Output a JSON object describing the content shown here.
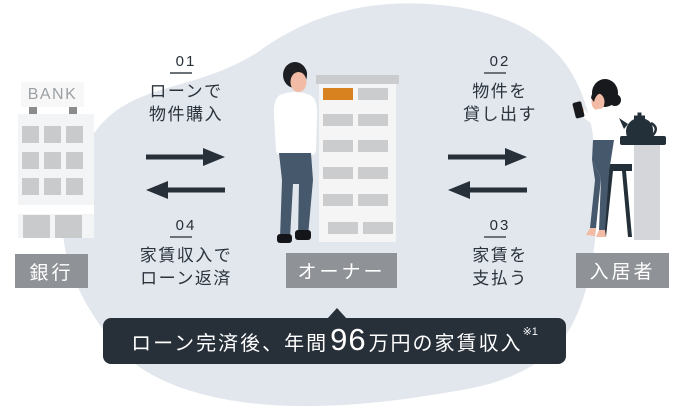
{
  "colors": {
    "dark_navy": "#272f39",
    "blob_background": "#e2e7ed",
    "label_gray": "#8f9296",
    "accent_orange": "#d8821f"
  },
  "bank": {
    "sign_text": "BANK",
    "label": "銀行"
  },
  "owner": {
    "label": "オーナー"
  },
  "tenant": {
    "label": "入居者"
  },
  "steps": {
    "s01": {
      "num": "01",
      "line1": "ローンで",
      "line2": "物件購入"
    },
    "s02": {
      "num": "02",
      "line1": "物件を",
      "line2": "貸し出す"
    },
    "s03": {
      "num": "03",
      "line1": "家賃を",
      "line2": "支払う"
    },
    "s04": {
      "num": "04",
      "line1": "家賃収入で",
      "line2": "ローン返済"
    }
  },
  "banner": {
    "prefix": "ローン完済後、年間",
    "amount": "96",
    "suffix": "万円の家賃収入",
    "note": "※1"
  }
}
